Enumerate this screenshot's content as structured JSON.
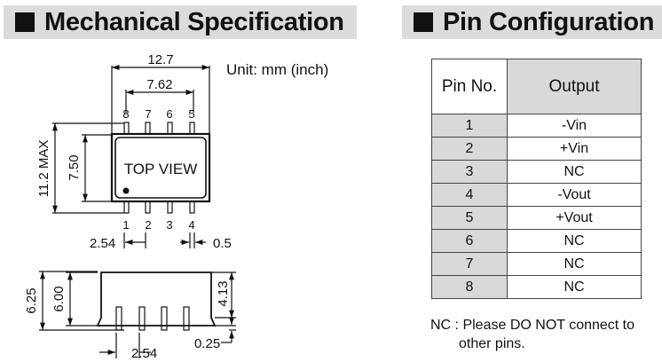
{
  "mechanical": {
    "title": "Mechanical Specification",
    "unit_note": "Unit: mm (inch)",
    "top_view_label": "TOP VIEW",
    "dims": {
      "overall_width": "12.7",
      "pin_row_span": "7.62",
      "max_length": "11.2 MAX",
      "body_length": "7.50",
      "pin_pitch": "2.54",
      "pin_width": "0.5",
      "side_total_height": "6.25",
      "side_body_height": "6.00",
      "side_standoff_height": "4.13",
      "pin_thickness": "0.25",
      "side_pin_pitch": "2.54"
    },
    "top_pins": [
      "8",
      "7",
      "6",
      "5"
    ],
    "bottom_pins": [
      "1",
      "2",
      "3",
      "4"
    ]
  },
  "pin_config": {
    "title": "Pin Configuration",
    "columns": [
      "Pin No.",
      "Output"
    ],
    "rows": [
      {
        "pin": "1",
        "output": "-Vin"
      },
      {
        "pin": "2",
        "output": "+Vin"
      },
      {
        "pin": "3",
        "output": "NC"
      },
      {
        "pin": "4",
        "output": "-Vout"
      },
      {
        "pin": "5",
        "output": "+Vout"
      },
      {
        "pin": "6",
        "output": "NC"
      },
      {
        "pin": "7",
        "output": "NC"
      },
      {
        "pin": "8",
        "output": "NC"
      }
    ],
    "note_line1": "NC : Please DO NOT connect to",
    "note_line2": "other pins."
  }
}
